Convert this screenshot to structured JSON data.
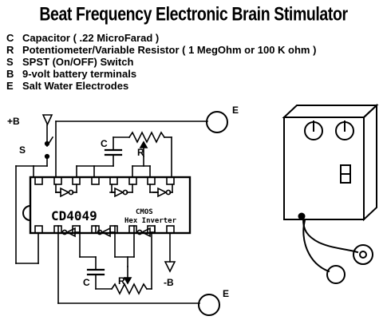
{
  "title": "Beat Frequency Electronic Brain Stimulator",
  "legend": [
    {
      "key": "C",
      "text": "Capacitor  ( .22 MicroFarad )"
    },
    {
      "key": "R",
      "text": "Potentiometer/Variable Resistor ( 1 MegOhm or 100 K ohm )"
    },
    {
      "key": "S",
      "text": "SPST (On/OFF) Switch"
    },
    {
      "key": "B",
      "text": "9-volt battery terminals"
    },
    {
      "key": "E",
      "text": "Salt Water Electrodes"
    }
  ],
  "schematic": {
    "positive_terminal": "+B",
    "negative_terminal": "-B",
    "switch": "S",
    "capacitor_label": "C",
    "resistor_label": "R",
    "electrode_label": "E",
    "chip_part": "CD4049",
    "chip_line1": "CMOS",
    "chip_line2": "Hex Inverter"
  }
}
